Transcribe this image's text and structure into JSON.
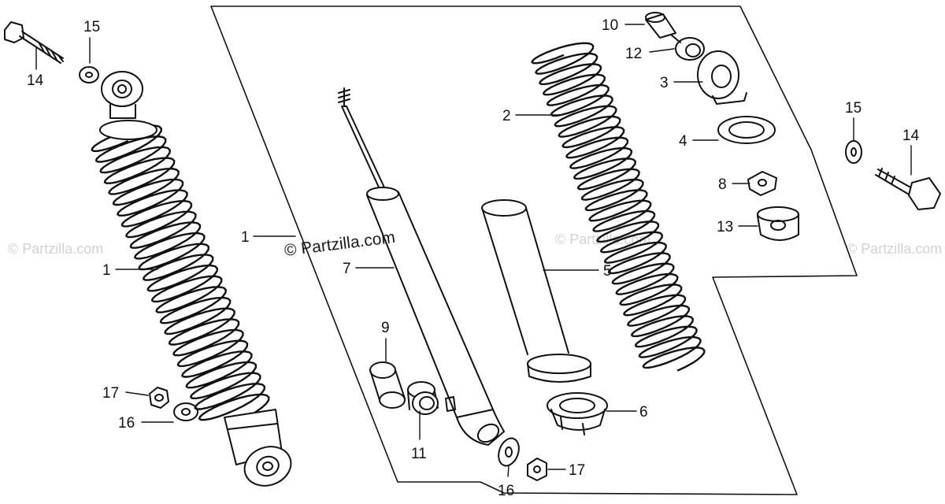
{
  "diagram": {
    "watermark_main": "© Partzilla.com",
    "watermark_faint": "© Partzilla.com",
    "callouts": [
      {
        "id": "c1-left",
        "label": "1"
      },
      {
        "id": "c1-mid",
        "label": "1"
      },
      {
        "id": "c2",
        "label": "2"
      },
      {
        "id": "c3",
        "label": "3"
      },
      {
        "id": "c4",
        "label": "4"
      },
      {
        "id": "c5",
        "label": "5"
      },
      {
        "id": "c6",
        "label": "6"
      },
      {
        "id": "c7",
        "label": "7"
      },
      {
        "id": "c8",
        "label": "8"
      },
      {
        "id": "c9",
        "label": "9"
      },
      {
        "id": "c10",
        "label": "10"
      },
      {
        "id": "c11",
        "label": "11"
      },
      {
        "id": "c12",
        "label": "12"
      },
      {
        "id": "c13",
        "label": "13"
      },
      {
        "id": "c14-left",
        "label": "14"
      },
      {
        "id": "c14-right",
        "label": "14"
      },
      {
        "id": "c15-left",
        "label": "15"
      },
      {
        "id": "c15-right",
        "label": "15"
      },
      {
        "id": "c16-left",
        "label": "16"
      },
      {
        "id": "c16-bottom",
        "label": "16"
      },
      {
        "id": "c17-left",
        "label": "17"
      },
      {
        "id": "c17-bottom",
        "label": "17"
      }
    ]
  }
}
